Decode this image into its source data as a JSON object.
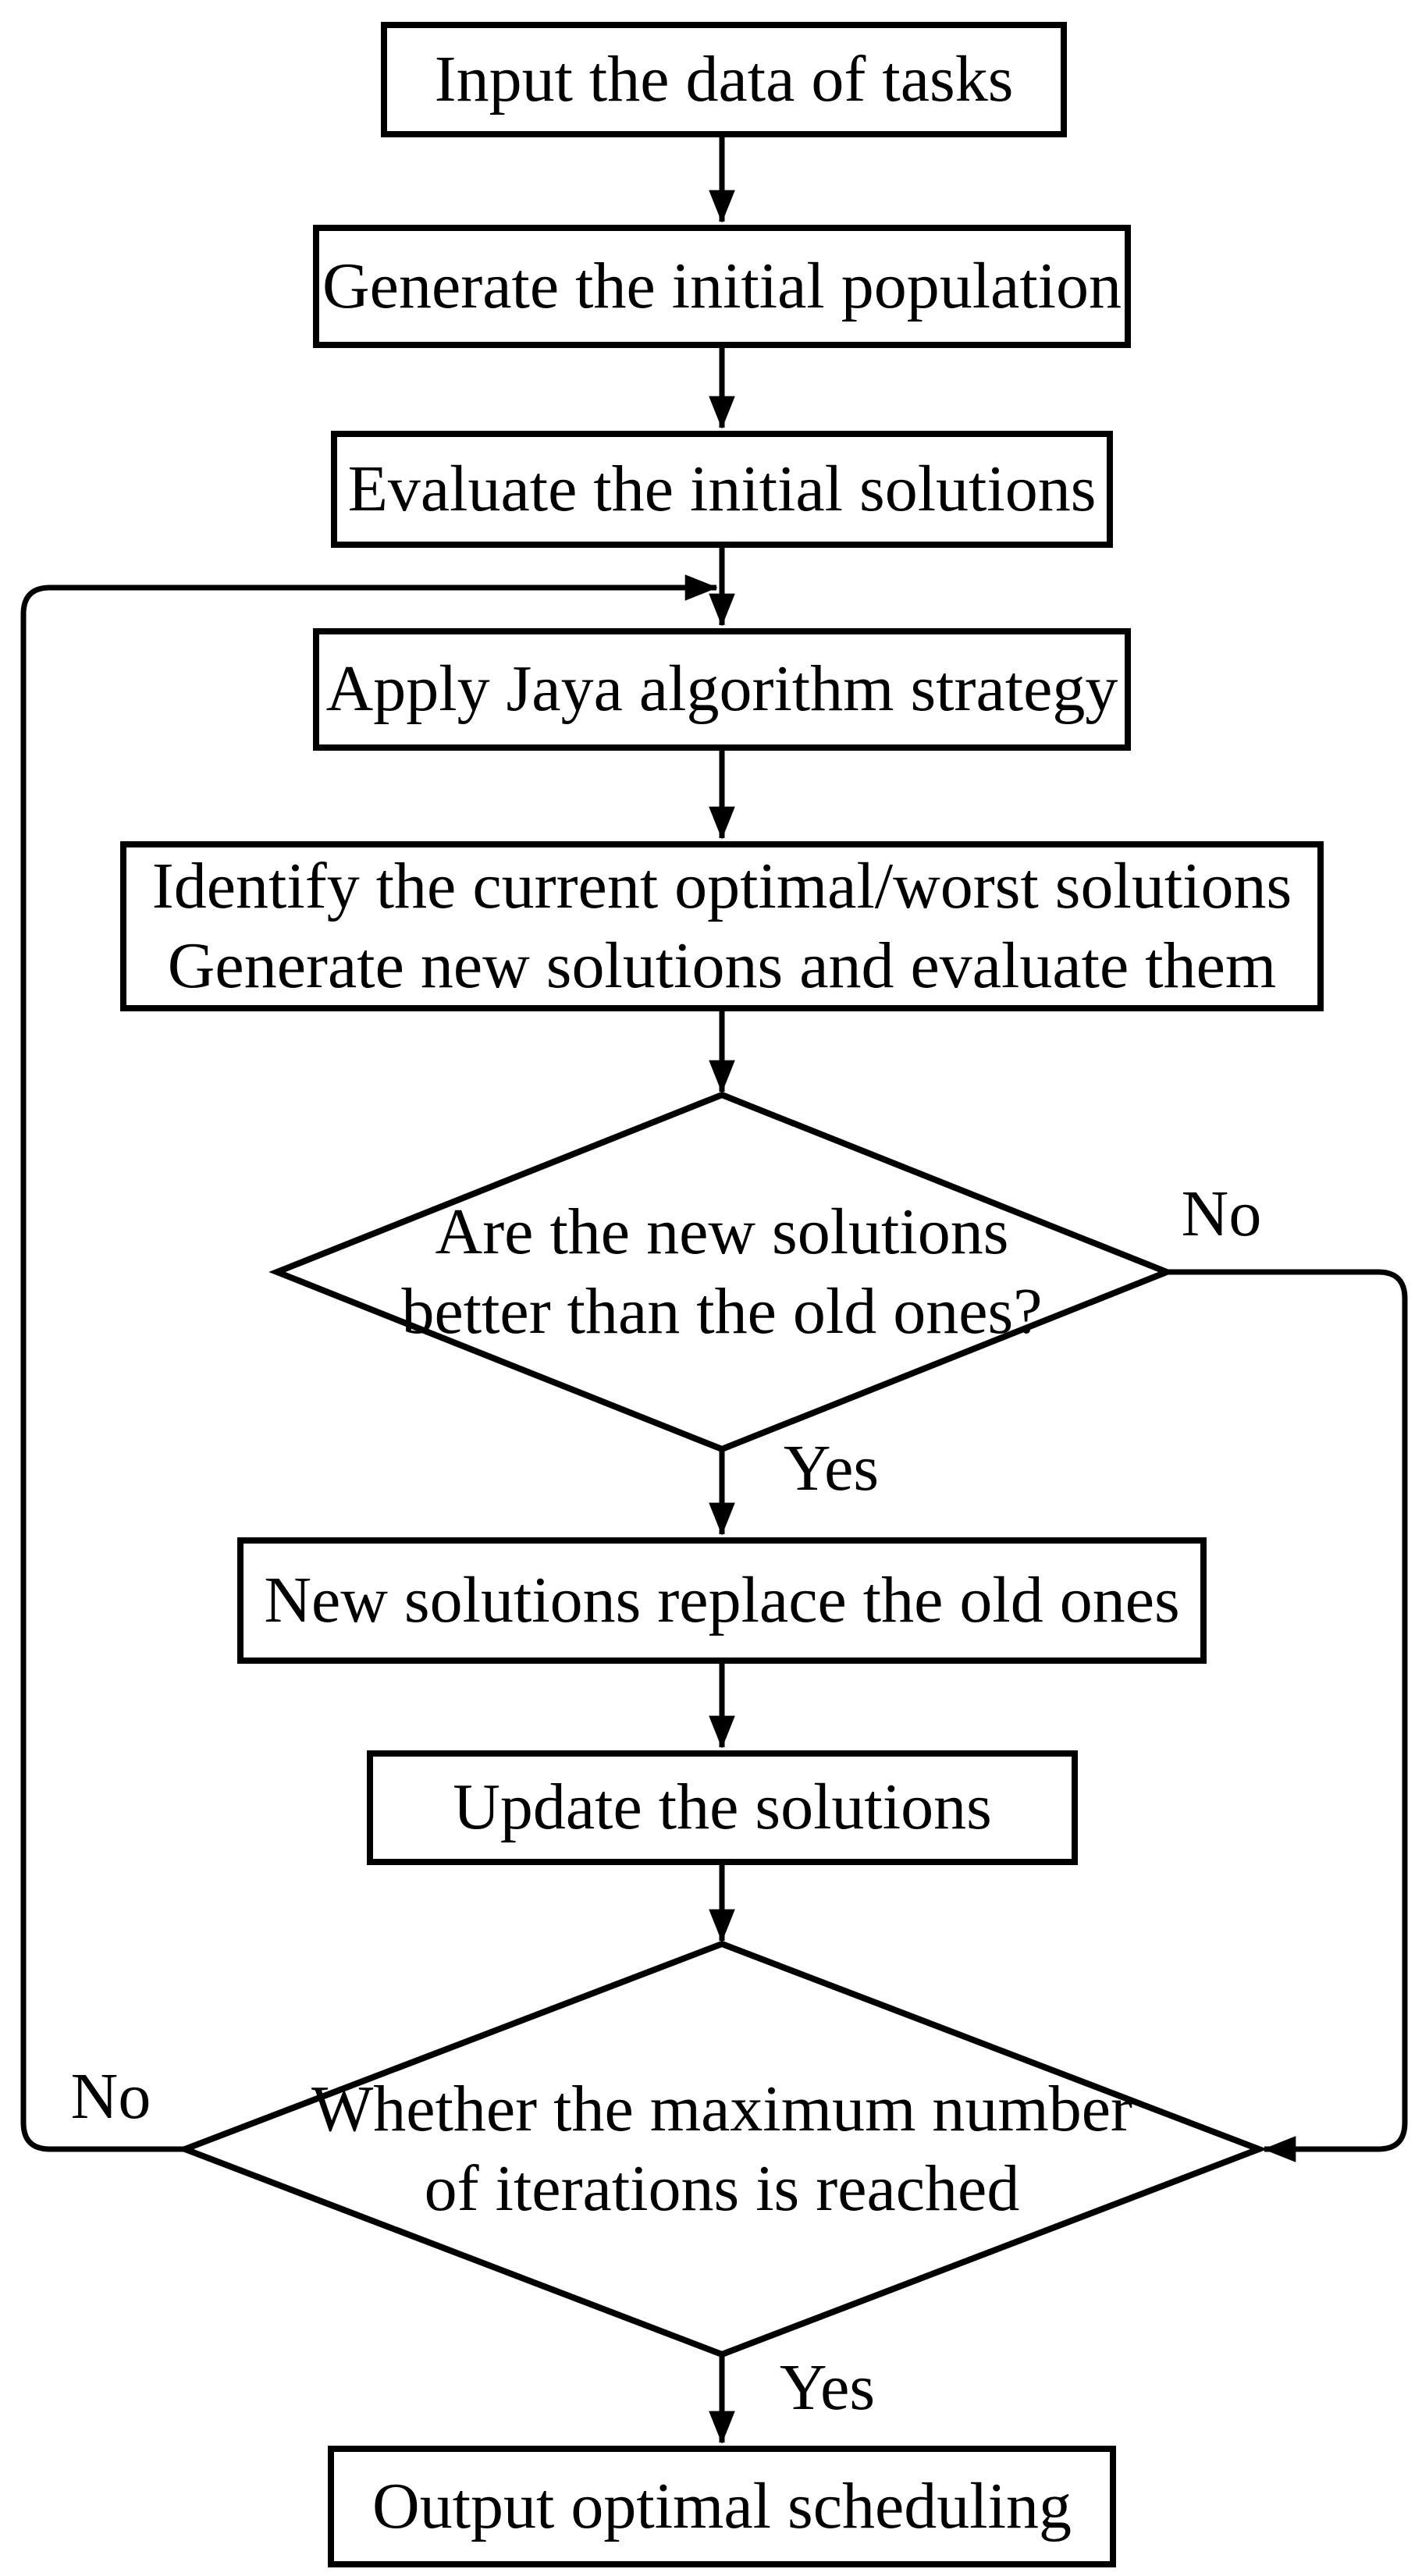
{
  "figure": {
    "kind": "flowchart",
    "background_color": "#ffffff",
    "stroke_color": "#000000"
  },
  "nodes": {
    "input_data": {
      "shape": "rect",
      "lines": [
        "Input the data of tasks"
      ]
    },
    "generate_initial_population": {
      "shape": "rect",
      "lines": [
        "Generate the initial population"
      ]
    },
    "evaluate_initial_solutions": {
      "shape": "rect",
      "lines": [
        "Evaluate the initial solutions"
      ]
    },
    "apply_jaya_strategy": {
      "shape": "rect",
      "lines": [
        "Apply Jaya algorithm strategy"
      ]
    },
    "identify_and_generate": {
      "shape": "rect",
      "lines": [
        "Identify the current optimal/worst solutions",
        "Generate  new solutions and evaluate them"
      ]
    },
    "decision_new_better": {
      "shape": "diamond",
      "lines": [
        "Are the new solutions",
        "better than the old ones?"
      ]
    },
    "new_replace_old": {
      "shape": "rect",
      "lines": [
        "New solutions replace the old ones"
      ]
    },
    "update_solutions": {
      "shape": "rect",
      "lines": [
        "Update the solutions"
      ]
    },
    "decision_max_iterations": {
      "shape": "diamond",
      "lines": [
        "Whether the maximum number",
        "of iterations is reached"
      ]
    },
    "output_optimal_scheduling": {
      "shape": "rect",
      "lines": [
        "Output optimal scheduling"
      ]
    }
  },
  "edge_labels": {
    "decision_new_better_no": "No",
    "decision_new_better_yes": "Yes",
    "decision_max_iterations_no": "No",
    "decision_max_iterations_yes": "Yes"
  }
}
